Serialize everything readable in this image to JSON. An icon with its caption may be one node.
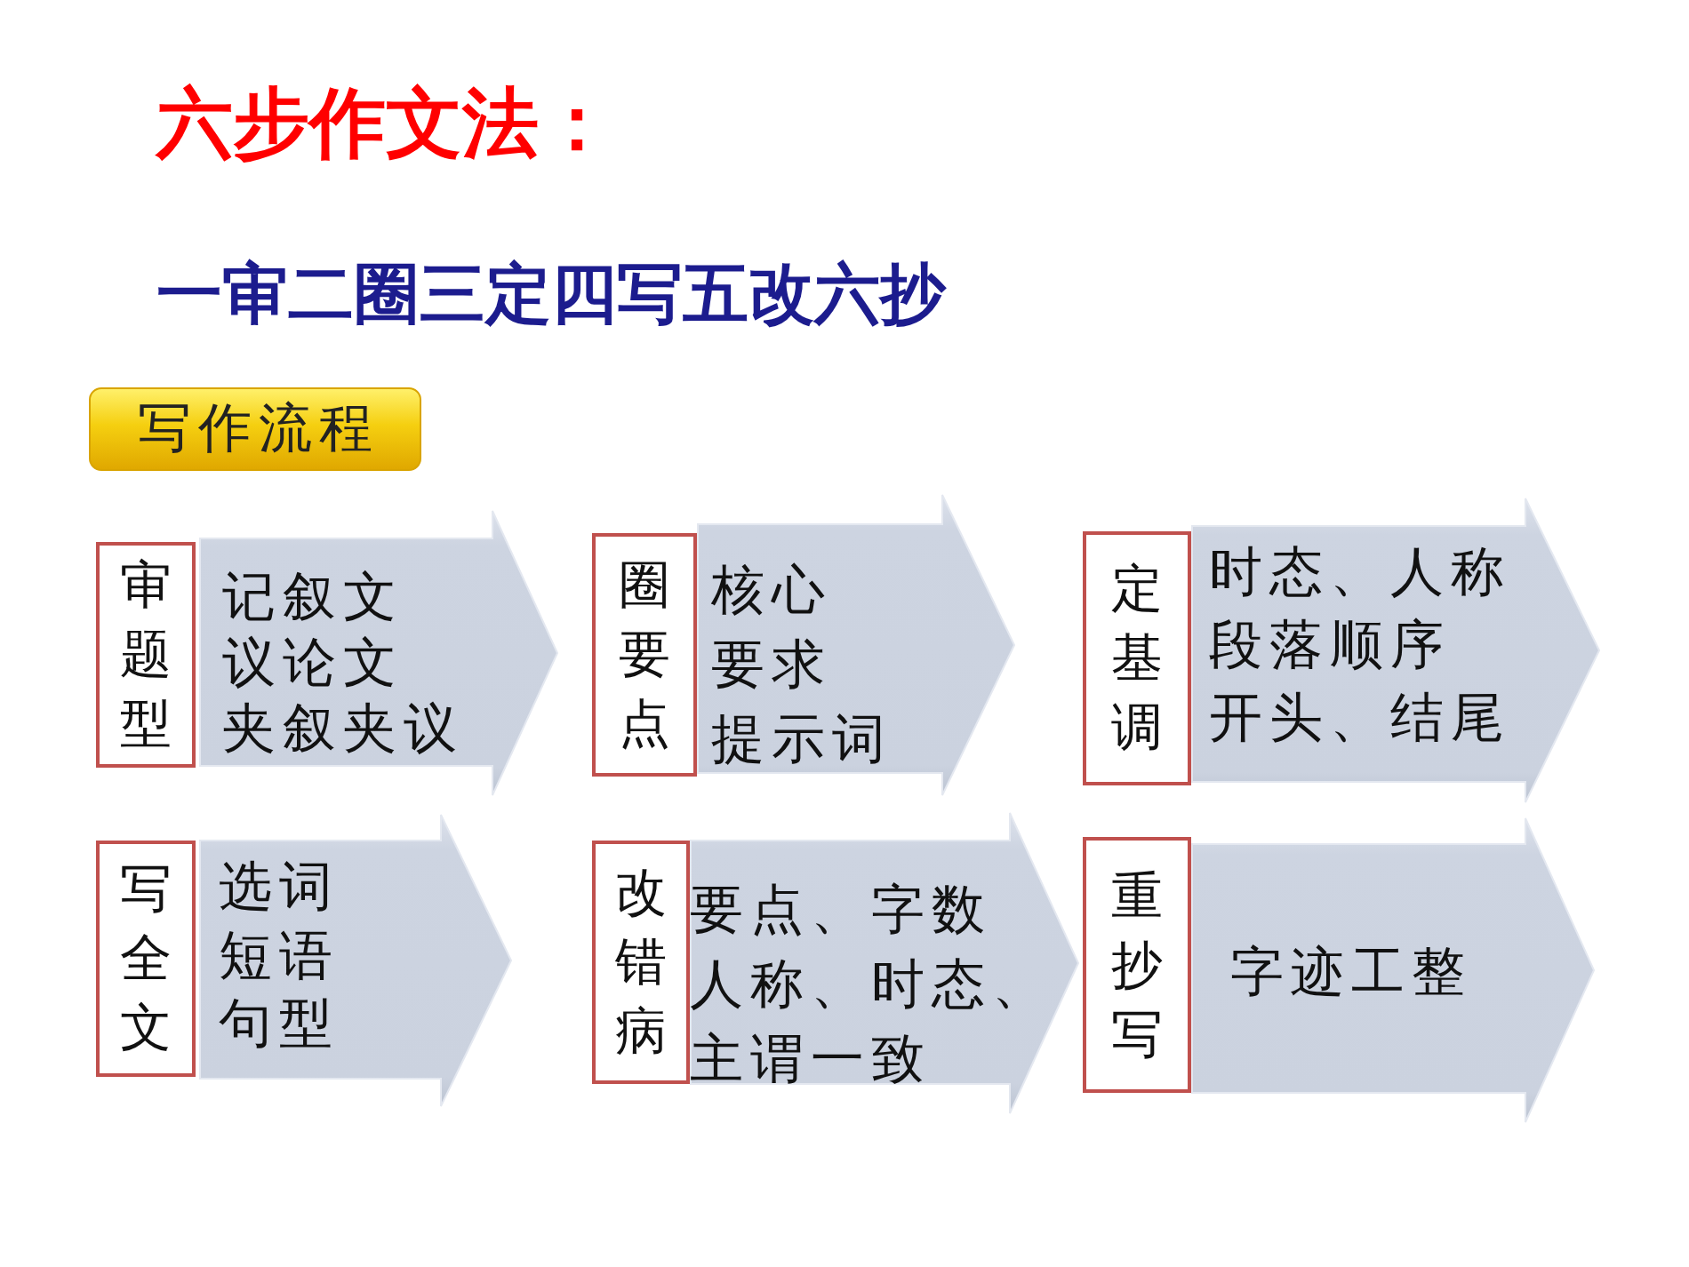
{
  "diagram": {
    "title": "六步作文法：",
    "nodes": [
      {
        "text": [
          "写作流程"
        ]
      },
      {
        "text": [
          "审题型"
        ]
      },
      {
        "text": [
          "记叙文",
          "议论文",
          "夹叙夹议"
        ]
      },
      {
        "text": [
          "圈要点"
        ]
      },
      {
        "text": [
          "核心",
          "要求",
          "提示词"
        ]
      },
      {
        "text": [
          "定基调"
        ]
      },
      {
        "text": [
          "时态、人称",
          "段落顺序",
          "开头、结尾"
        ]
      },
      {
        "text": [
          "写全文"
        ]
      },
      {
        "text": [
          "选词",
          "短语",
          "句型"
        ]
      },
      {
        "text": [
          "改错病"
        ]
      },
      {
        "text": [
          "要点、字数",
          "人称、时态、",
          "主谓一致"
        ]
      },
      {
        "text": [
          "重抄写"
        ]
      },
      {
        "text": [
          "字迹工整"
        ]
      }
    ],
    "labels": [
      "一审二圈三定四写五改六抄"
    ]
  }
}
